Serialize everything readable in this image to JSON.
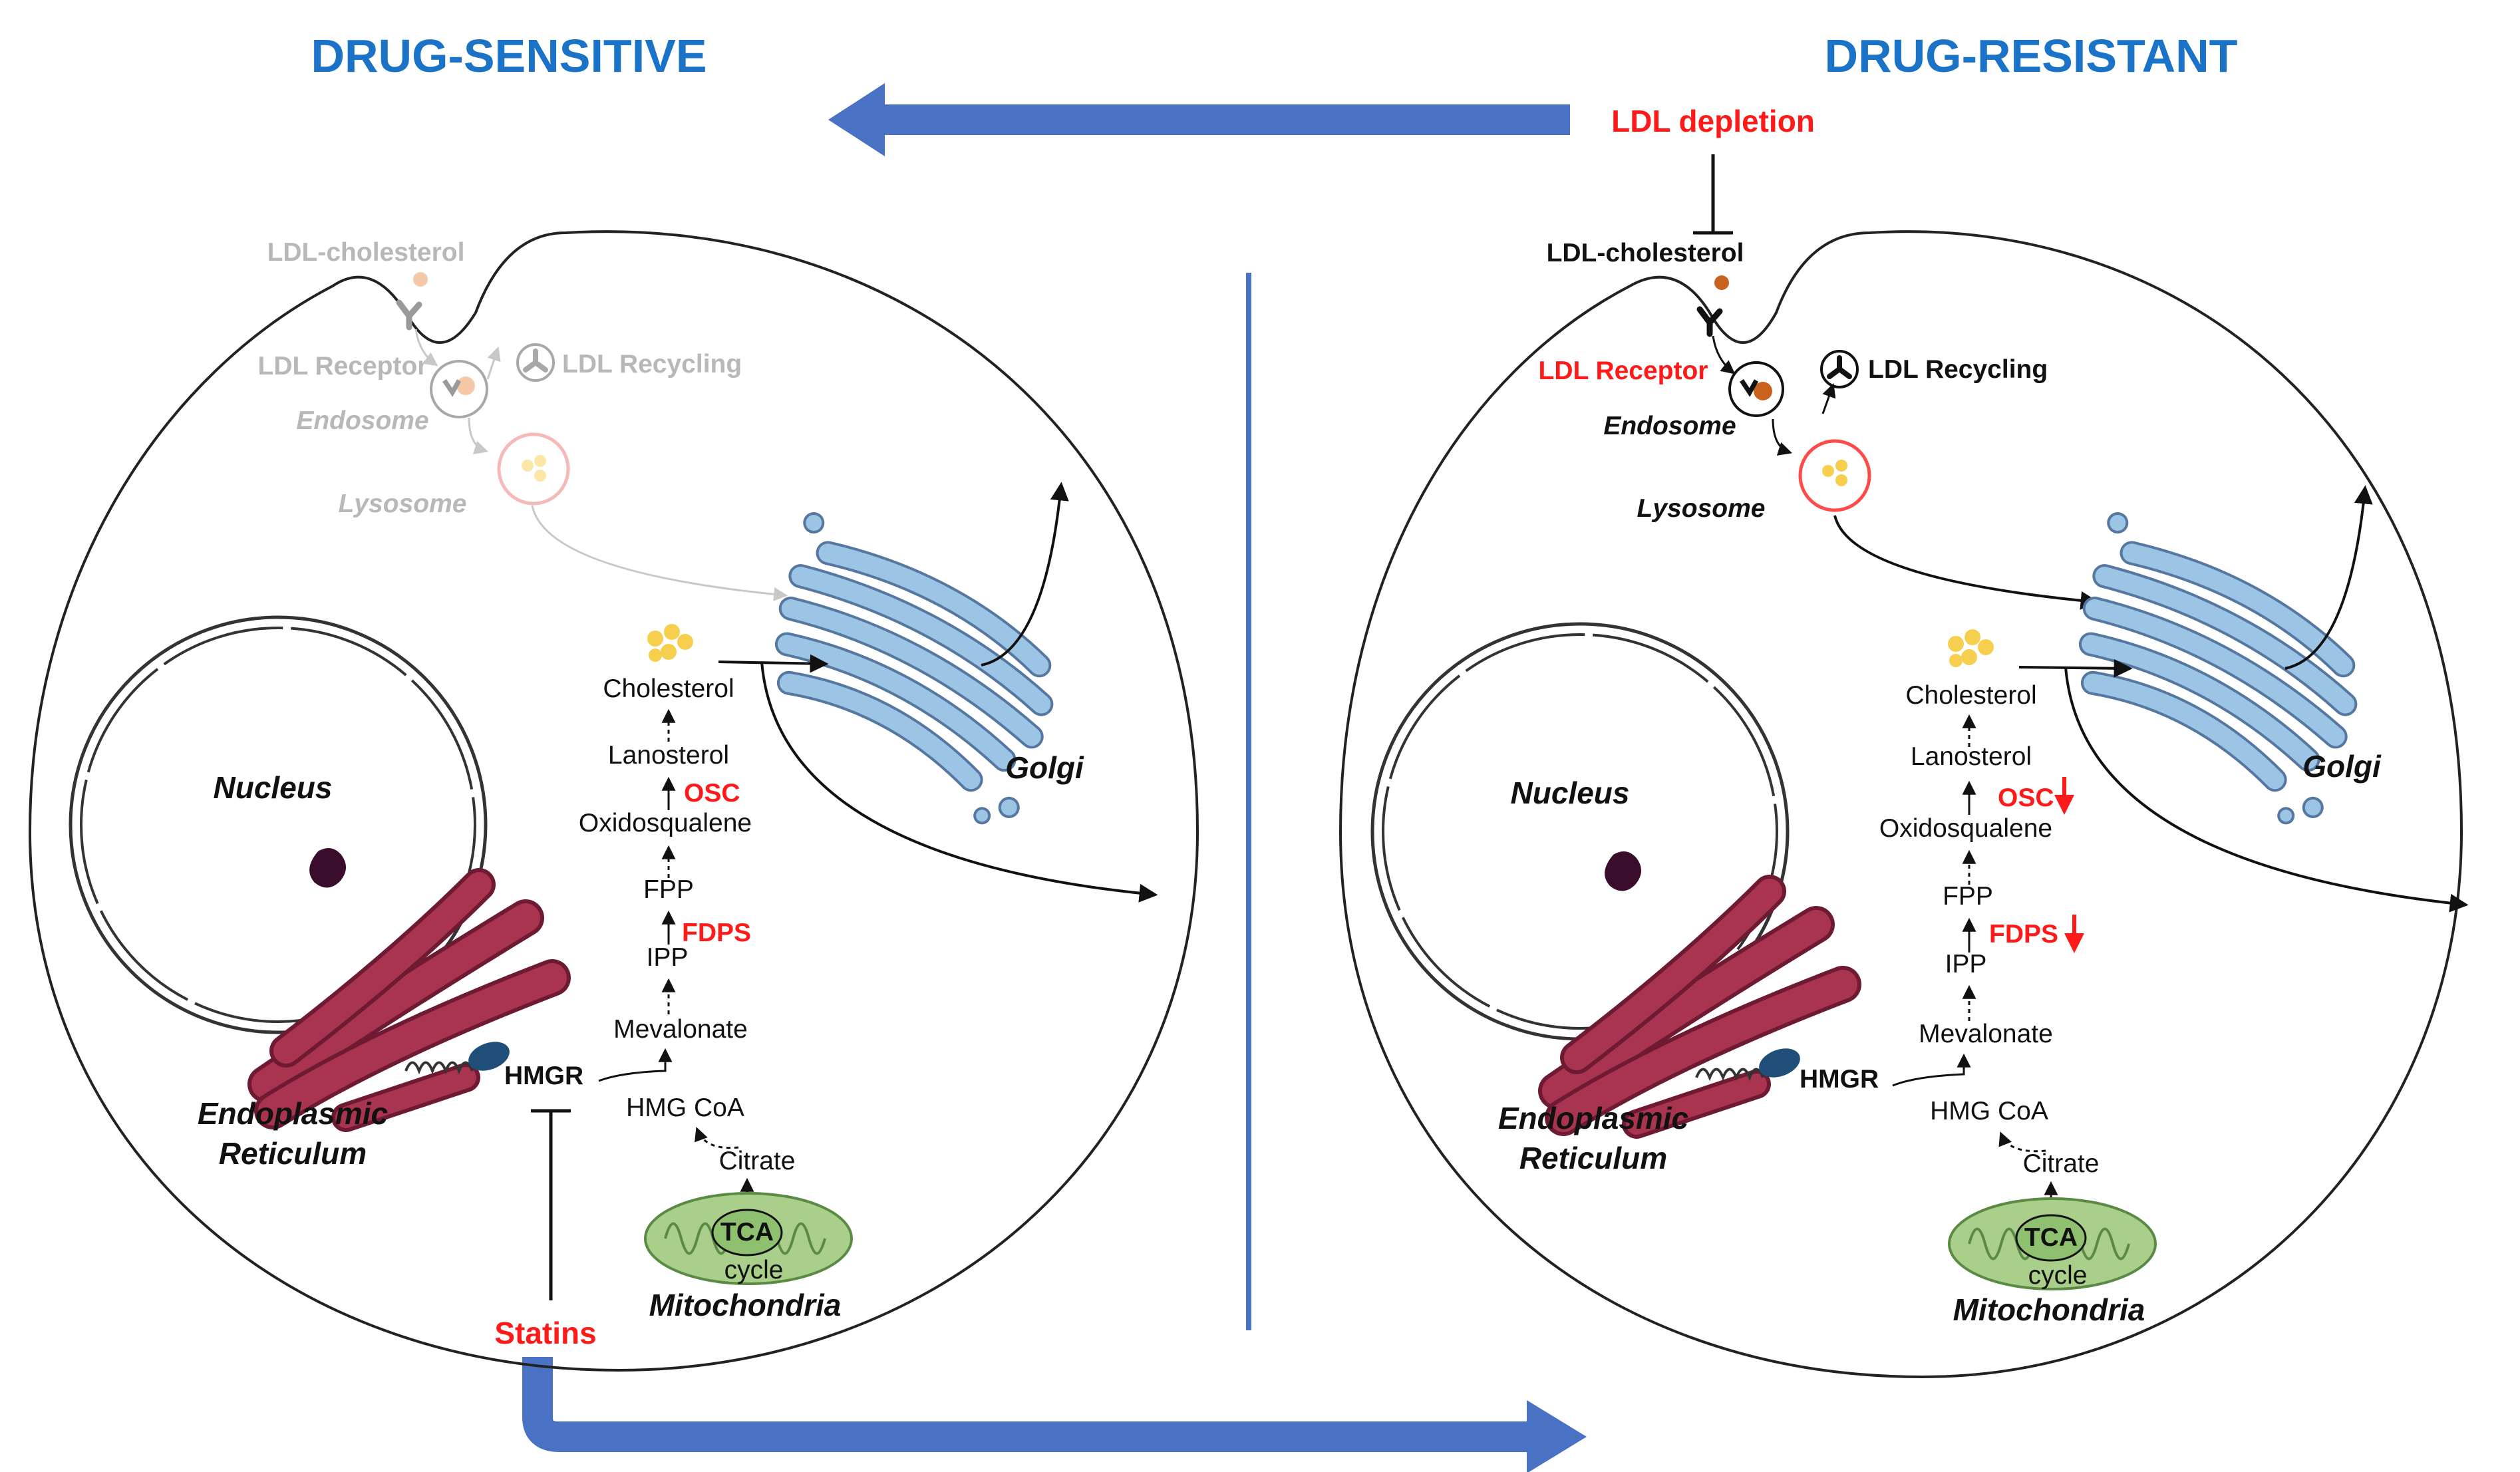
{
  "titles": {
    "sensitive": "DRUG-SENSITIVE",
    "resistant": "DRUG-RESISTANT"
  },
  "top_label": "LDL depletion",
  "bottom_label": "Statins",
  "cell_labels": {
    "ldl_cholesterol": "LDL-cholesterol",
    "ldl_receptor": "LDL Receptor",
    "ldl_recycling": "LDL Recycling",
    "endosome": "Endosome",
    "lysosome": "Lysosome",
    "golgi": "Golgi",
    "nucleus": "Nucleus",
    "er_line1": "Endoplasmic",
    "er_line2": "Reticulum",
    "hmgr": "HMGR",
    "mitochondria": "Mitochondria",
    "tca_line1": "TCA",
    "tca_line2": "cycle"
  },
  "pathway": {
    "cholesterol": "Cholesterol",
    "lanosterol": "Lanosterol",
    "osc": "OSC",
    "oxidosqualene": "Oxidosqualene",
    "fpp": "FPP",
    "fdps": "FDPS",
    "ipp": "IPP",
    "mevalonate": "Mevalonate",
    "hmg_coa": "HMG CoA",
    "citrate": "Citrate"
  },
  "colors": {
    "title_blue": "#1a73c7",
    "arrow_blue": "#4a72c4",
    "red": "#ff1a1a",
    "grey": "#b8b8b8",
    "er": "#a8344f",
    "golgi": "#9cc4e4",
    "mito": "#a9cf8a",
    "vesicle": "#f7cf4f"
  }
}
